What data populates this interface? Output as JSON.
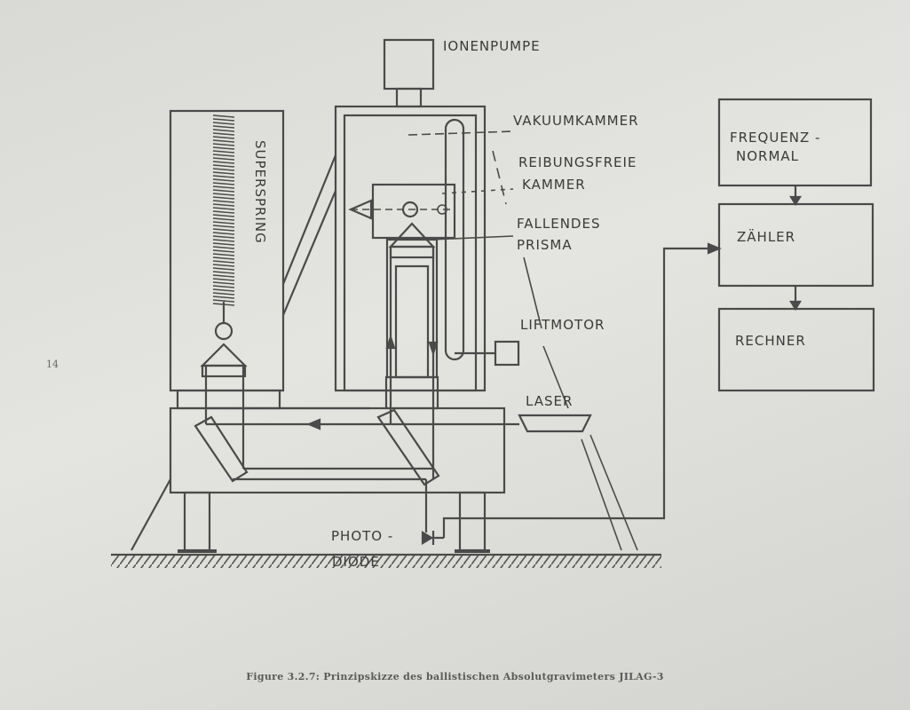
{
  "labels": {
    "ionenpumpe": "IONENPUMPE",
    "vakuumkammer": "VAKUUMKAMMER",
    "reibungsfreie_1": "REIBUNGSFREIE",
    "reibungsfreie_2": "KAMMER",
    "fallendes_1": "FALLENDES",
    "fallendes_2": "PRISMA",
    "liftmotor": "LIFTMOTOR",
    "laser": "LASER",
    "photo_1": "PHOTO -",
    "photo_2": "DIODE",
    "superspring": "SUPERSPRING",
    "frequenz_1": "FREQUENZ -",
    "frequenz_2": "NORMAL",
    "zaehler": "ZÄHLER",
    "rechner": "RECHNER"
  },
  "margin_mark": "14",
  "caption": "Figure 3.2.7: Prinzipskizze des ballistischen Absolutgravimeters JILAG-3",
  "colors": {
    "ink": "#4a4a4a",
    "background": "#dededa"
  }
}
